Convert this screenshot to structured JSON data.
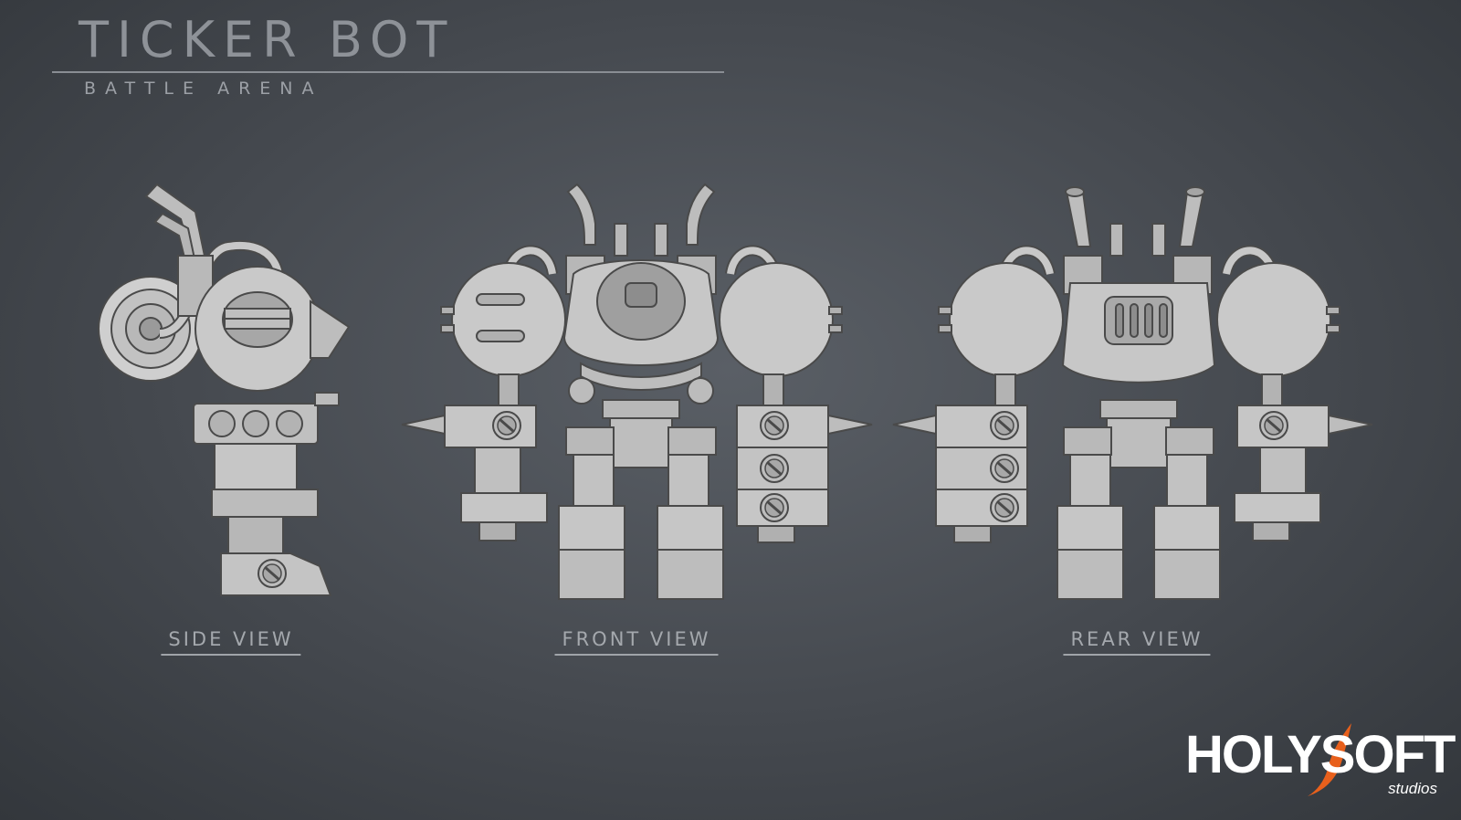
{
  "header": {
    "title": "TICKER BOT",
    "subtitle": "BATTLE ARENA"
  },
  "views": [
    {
      "label": "SIDE VIEW"
    },
    {
      "label": "FRONT VIEW"
    },
    {
      "label": "REAR VIEW"
    }
  ],
  "logo": {
    "main": "HOLYSOFT",
    "sub": "studios",
    "accent_color": "#e8601c"
  },
  "colors": {
    "body_light": "#c9c9c9",
    "body_mid": "#adadad",
    "body_dark": "#8c8c8c",
    "outline": "#4a4a4a"
  }
}
